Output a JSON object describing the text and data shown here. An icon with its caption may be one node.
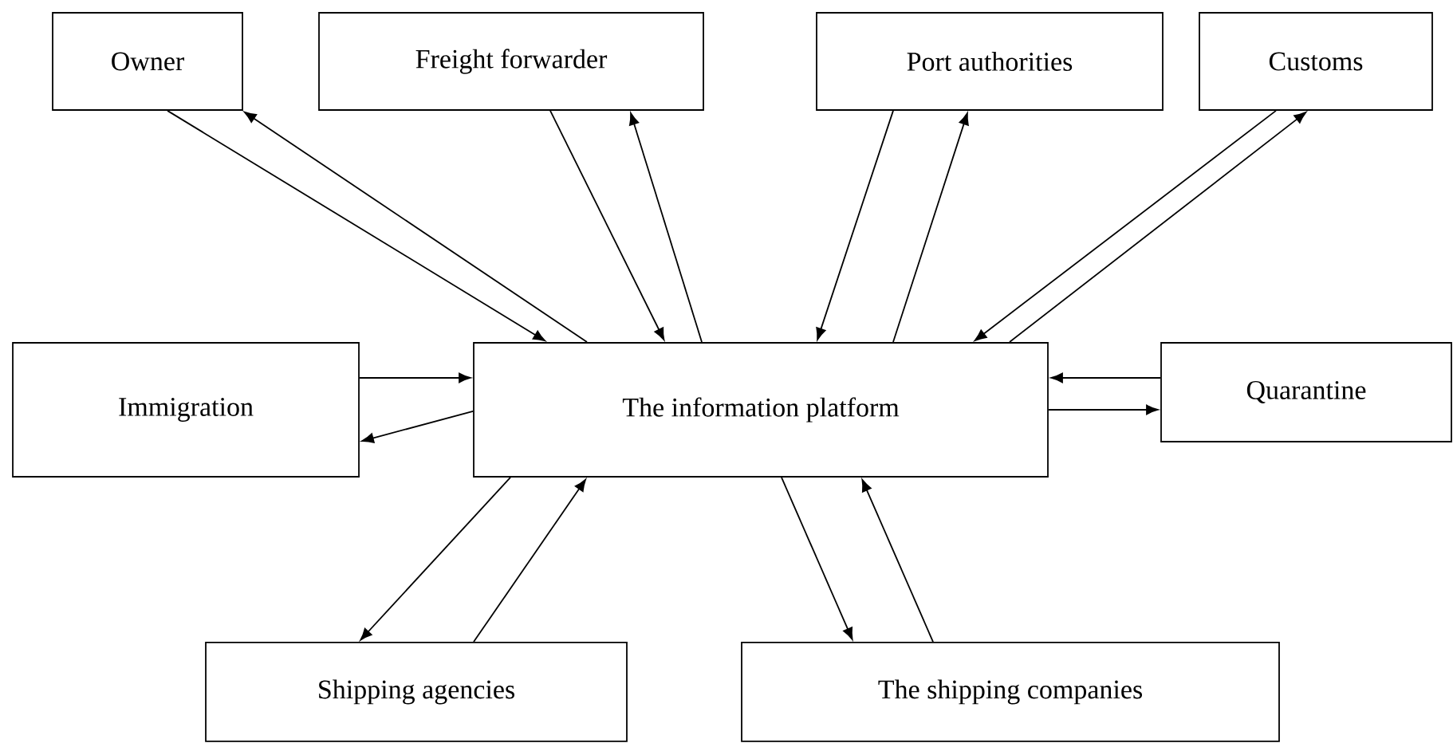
{
  "diagram": {
    "nodes": [
      {
        "text": [
          "Owner"
        ]
      },
      {
        "text": [
          "Freight forwarder"
        ]
      },
      {
        "text": [
          "Port authorities"
        ]
      },
      {
        "text": [
          "Customs"
        ]
      },
      {
        "text": [
          "Immigration"
        ]
      },
      {
        "text": [
          "The information platform"
        ]
      },
      {
        "text": [
          "Quarantine"
        ]
      },
      {
        "text": [
          "Shipping agencies"
        ]
      },
      {
        "text": [
          "The shipping companies"
        ]
      }
    ],
    "edges": [
      {
        "from": 0,
        "to": 5,
        "arrow": "to"
      },
      {
        "from": 5,
        "to": 0,
        "arrow": "to"
      },
      {
        "from": 1,
        "to": 5,
        "arrow": "to"
      },
      {
        "from": 5,
        "to": 1,
        "arrow": "to"
      },
      {
        "from": 2,
        "to": 5,
        "arrow": "to"
      },
      {
        "from": 5,
        "to": 2,
        "arrow": "to"
      },
      {
        "from": 3,
        "to": 5,
        "arrow": "to"
      },
      {
        "from": 5,
        "to": 3,
        "arrow": "to"
      },
      {
        "from": 4,
        "to": 5,
        "arrow": "to"
      },
      {
        "from": 5,
        "to": 4,
        "arrow": "to"
      },
      {
        "from": 6,
        "to": 5,
        "arrow": "to"
      },
      {
        "from": 5,
        "to": 6,
        "arrow": "to"
      },
      {
        "from": 5,
        "to": 7,
        "arrow": "to"
      },
      {
        "from": 7,
        "to": 5,
        "arrow": "to"
      },
      {
        "from": 5,
        "to": 8,
        "arrow": "to"
      },
      {
        "from": 8,
        "to": 5,
        "arrow": "to"
      }
    ]
  }
}
